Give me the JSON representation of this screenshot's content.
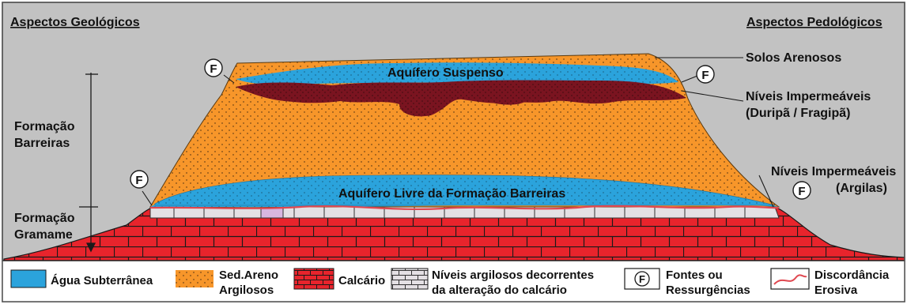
{
  "header": {
    "left_title": "Aspectos Geológicos",
    "right_title": "Aspectos Pedológicos"
  },
  "left_labels": {
    "formacao_barreiras": [
      "Formação",
      "Barreiras"
    ],
    "formacao_gramame": [
      "Formação",
      "Gramame"
    ]
  },
  "layer_labels": {
    "aquifero_suspenso": "Aquífero Suspenso",
    "aquifero_livre": "Aquífero Livre da Formação Barreiras"
  },
  "right_labels": {
    "solos_arenosos": "Solos Arenosos",
    "niveis_impermeaveis_1": [
      "Níveis Impermeáveis",
      "(Duripã / Fragipã)"
    ],
    "niveis_impermeaveis_2": [
      "Níveis Impermeáveis",
      "(Argilas)"
    ]
  },
  "spring_marker": "F",
  "legend": [
    {
      "key": "agua",
      "text": [
        "Água Subterrânea"
      ]
    },
    {
      "key": "sed",
      "text": [
        "Sed.Areno",
        "Argilosos"
      ]
    },
    {
      "key": "calcario",
      "text": [
        "Calcário"
      ]
    },
    {
      "key": "niveis",
      "text": [
        "Níveis argilosos decorrentes",
        "da alteração do calcário"
      ]
    },
    {
      "key": "fontes",
      "text": [
        "Fontes ou",
        "Ressurgências"
      ]
    },
    {
      "key": "discordancia",
      "text": [
        "Discordância",
        "Erosiva"
      ]
    }
  ],
  "colors": {
    "background": "#c2c2c2",
    "water": "#2ba3dc",
    "sediment": "#f7962a",
    "limestone": "#e8242c",
    "clay": "#7a1420",
    "clay_levels": "#e4e0e4",
    "unconformity": "#e04850"
  }
}
